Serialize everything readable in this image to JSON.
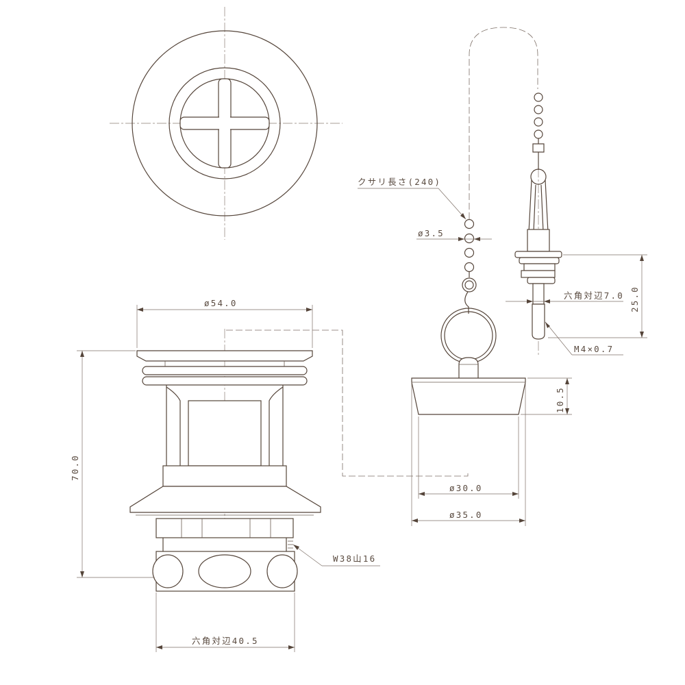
{
  "labels": {
    "chain_length": "クサリ長さ(240)",
    "ball_dia": "ø3.5",
    "top_dia": "ø54.0",
    "height_total": "70.0",
    "thread": "W38山16",
    "hex_body": "六角対辺40.5",
    "stopper_height": "10.5",
    "stopper_inner_dia": "ø30.0",
    "stopper_outer_dia": "ø35.0",
    "stud_height": "25.0",
    "hex_stud": "六角対辺7.0",
    "stud_thread": "M4×0.7"
  }
}
